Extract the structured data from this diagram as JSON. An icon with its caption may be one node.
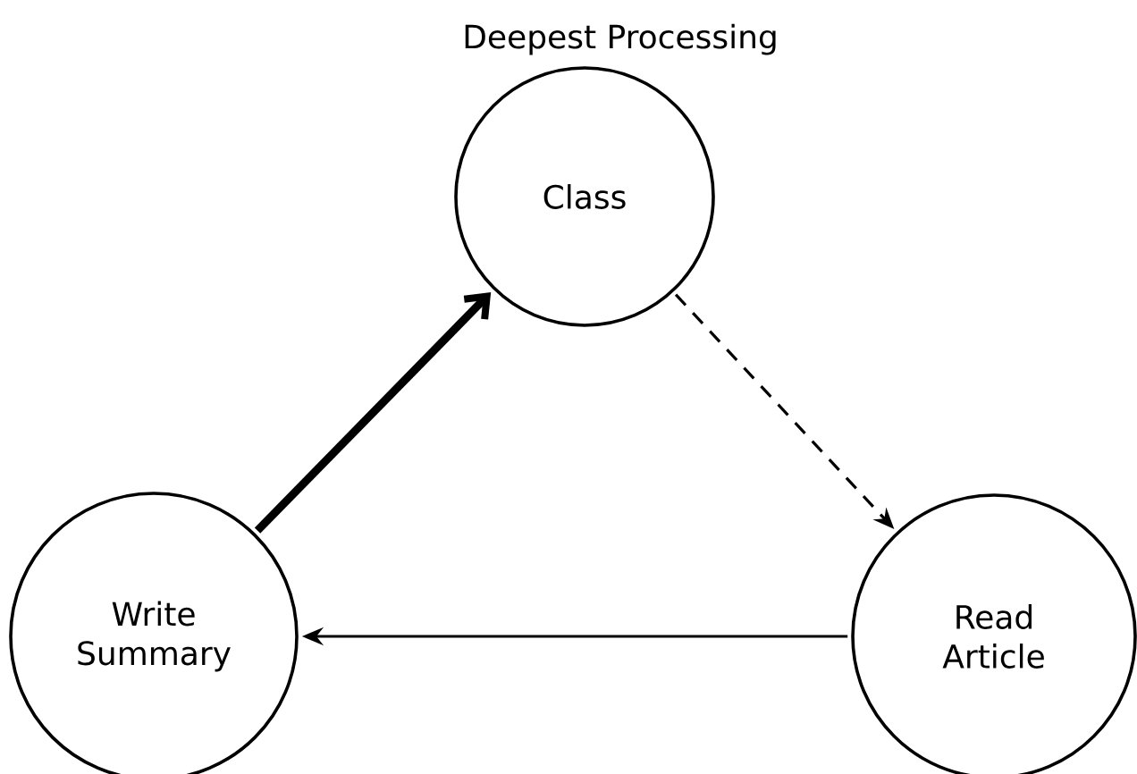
{
  "diagram": {
    "nodes": [
      {
        "text": [
          "Class"
        ],
        "beside": [
          "Deepest Processing"
        ]
      },
      {
        "text": [
          "Write Summary"
        ]
      },
      {
        "text": [
          "Read Article"
        ]
      }
    ],
    "edges": [
      {
        "from": 1,
        "to": 0,
        "arrow": "to",
        "style": "thick"
      },
      {
        "from": 0,
        "to": 2,
        "arrow": "to",
        "style": "dashed"
      },
      {
        "from": 2,
        "to": 1,
        "arrow": "to"
      }
    ]
  }
}
